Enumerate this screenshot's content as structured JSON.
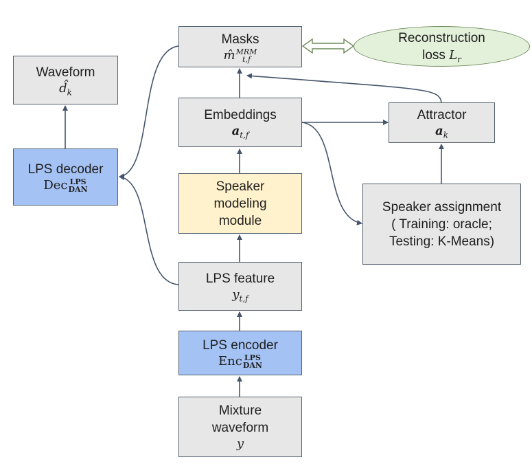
{
  "nodes": {
    "waveform": {
      "label": "Waveform",
      "math": "d̂",
      "sub": "k"
    },
    "lps_decoder": {
      "label": "LPS decoder",
      "math": "Dec",
      "sup": "LPS",
      "sub": "DAN"
    },
    "masks": {
      "label": "Masks",
      "math": "m̂",
      "sup": "MRM",
      "sub": "t,f"
    },
    "reconstruction_loss": {
      "label1": "Reconstruction",
      "label2": "loss",
      "math": "L",
      "sub": "r"
    },
    "embeddings": {
      "label": "Embeddings",
      "math": "a",
      "sub": "t,f"
    },
    "attractor": {
      "label": "Attractor",
      "math": "a",
      "sub": "k"
    },
    "speaker_modeling": {
      "line1": "Speaker",
      "line2": "modeling",
      "line3": "module"
    },
    "speaker_assignment": {
      "line1": "Speaker assignment",
      "line2": "( Training: oracle;",
      "line3": "Testing: K-Means)"
    },
    "lps_feature": {
      "label": "LPS feature",
      "math": "y",
      "sub": "t,f"
    },
    "lps_encoder": {
      "label": "LPS encoder",
      "math": "Enc",
      "sup": "LPS",
      "sub": "DAN"
    },
    "mixture": {
      "line1": "Mixture",
      "line2": "waveform",
      "math": "y"
    }
  },
  "colors": {
    "gray_box": "#e7e7e7",
    "blue_box": "#a4c2f4",
    "yellow_box": "#fff2cc",
    "loss_ellipse": "#e3f1da",
    "connector": "#44546a"
  }
}
